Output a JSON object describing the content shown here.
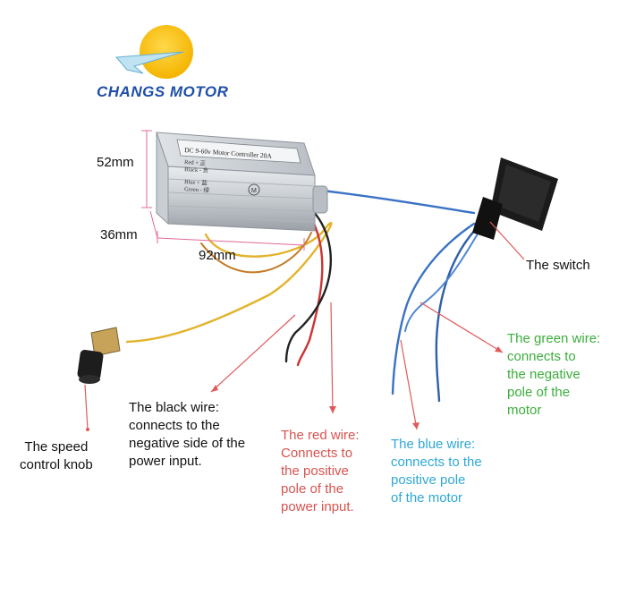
{
  "logo": {
    "brand": "CHANGS MOTOR"
  },
  "device": {
    "label_main": "DC 9-60v Motor Controller 20A",
    "wire_legend": [
      "Red + 正",
      "Black - 负",
      "Blue + 蓝",
      "Green - 绿"
    ],
    "motor_mark": "M"
  },
  "dimensions": {
    "height": "52mm",
    "depth": "36mm",
    "width": "92mm"
  },
  "labels": {
    "switch": "The switch",
    "knob": "The speed\ncontrol knob",
    "black": "The black wire:\nconnects to the\nnegative side of the\npower input.",
    "red": "The red wire:\nConnects to\nthe positive\npole of the\npower input.",
    "blue": "The blue wire:\nconnects to the\n positive pole\nof the motor",
    "green": "The green wire:\n connects to\nthe negative\npole of the\nmotor"
  },
  "colors": {
    "red_text": "#d9534f",
    "blue_text": "#2fa8d6",
    "green_text": "#3cae3c",
    "pointer_red": "#e05a5a",
    "pointer_green": "#3cae3c",
    "pointer_blue": "#2fa8d6"
  }
}
